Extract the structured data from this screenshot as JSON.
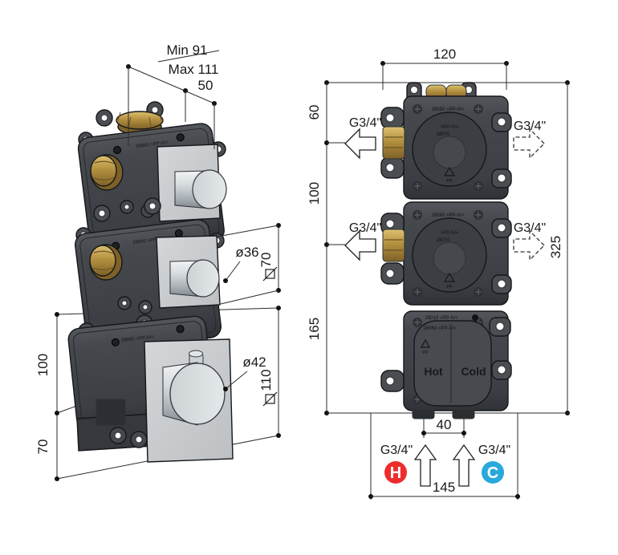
{
  "left_view": {
    "dim_min": "Min 91",
    "dim_max": "Max 111",
    "dim_depth": "50",
    "dim_height_upper": "100",
    "dim_height_lower": "70",
    "knob_mid_diameter": "ø36",
    "plate_mid_size": "70",
    "knob_bottom_diameter": "ø42",
    "plate_bottom_size": "110"
  },
  "front_view": {
    "dim_width_body": "120",
    "dim_top_offset": "60",
    "dim_valve_spacing": "100",
    "dim_bottom_offset": "165",
    "dim_total_height": "325",
    "dim_inlet_spacing": "40",
    "dim_total_width": "145",
    "port_label": "G3/4\"",
    "hot_label": "Hot",
    "cold_label": "Cold",
    "hot_abbr": "H",
    "cold_abbr": "C",
    "markings": {
      "strip_upper": "28060 >PP-IV<",
      "face_line1": ">PP-IV<",
      "face_line2": "28070",
      "strip_bottom1": "28010 >PP-IV<",
      "strip_bottom2": "28060 >PP-IV<",
      "material": "PP"
    }
  },
  "colors": {
    "hot": "#ED2C2C",
    "cold": "#29A8DC",
    "brass": "#A9873F",
    "body": "#41454A",
    "plate": "#C9CCCE",
    "line": "#1A1A1A"
  }
}
